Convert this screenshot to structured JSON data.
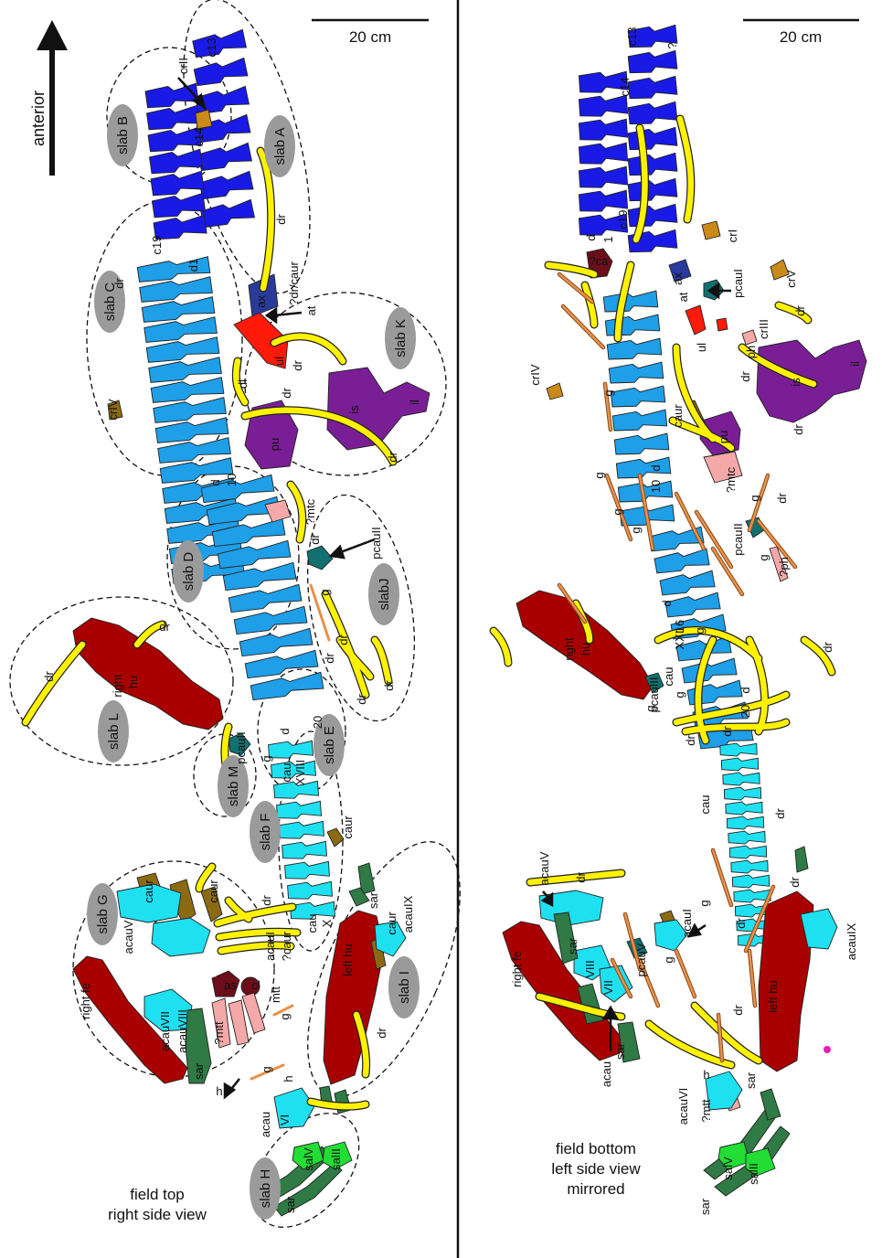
{
  "orientation_label": "anterior",
  "scale_bars": [
    {
      "label": "20 cm"
    },
    {
      "label": "20 cm"
    }
  ],
  "captions": {
    "left": [
      "field top",
      "right side view"
    ],
    "right": [
      "field bottom",
      "left side view",
      "mirrored"
    ]
  },
  "slabs": [
    {
      "label": "slab A"
    },
    {
      "label": "slab B"
    },
    {
      "label": "slab C"
    },
    {
      "label": "slab D"
    },
    {
      "label": "slab E"
    },
    {
      "label": "slab F"
    },
    {
      "label": "slab G"
    },
    {
      "label": "slab H"
    },
    {
      "label": "slab I"
    },
    {
      "label": "slabJ"
    },
    {
      "label": "slab K"
    },
    {
      "label": "slab L"
    },
    {
      "label": "slab M"
    }
  ],
  "labels_left": [
    "crII",
    "c14",
    "c13",
    "c19",
    "d1",
    "ax",
    "dr",
    "?dr/caur",
    "at",
    "dr",
    "crIV",
    "ul",
    "dl",
    "dr",
    "dr",
    "is",
    "il",
    "pu",
    "dr",
    "d",
    "10",
    "?mtc",
    "dr",
    "pcauII",
    "g",
    "dr",
    "dr",
    "dr",
    "dr",
    "right",
    "hu",
    "pcauII",
    "cau",
    "XVIII",
    "20",
    "d",
    "g",
    "caur",
    "caur",
    "acauV",
    "caur",
    "acauI",
    "?caur",
    "dr",
    "cau",
    "X",
    "sar",
    "caur",
    "acauIX",
    "right fe",
    "acauVII",
    "acauVIII",
    "as",
    "cl",
    "mtt",
    "?mtt",
    "g",
    "sar",
    "h",
    "left hu",
    "dr",
    "g",
    "h",
    "acau",
    "VI",
    "salV",
    "salII",
    "sar",
    "dr",
    "dr"
  ],
  "labels_right": [
    "c13",
    "c14",
    "c19",
    "?",
    "d",
    "1",
    "?ca",
    "crI",
    "at",
    "ax",
    "pcauI",
    "crV",
    "dr",
    "ul",
    "crIII",
    "ph",
    "is",
    "il",
    "dr",
    "dr",
    "crIV",
    "g",
    "caur",
    "pu",
    "d",
    "10",
    "?mtc",
    "g",
    "g",
    "g",
    "g",
    "dr",
    "pcauII",
    "g",
    "?ph",
    "d",
    "16",
    "cau",
    "XXI",
    "g",
    "pcauIII",
    "g",
    "d",
    "20",
    "dr",
    "dr",
    "dr",
    "right",
    "hu",
    "g",
    "cau",
    "dr",
    "acauV",
    "dr",
    "acauI",
    "g",
    "dr",
    "sar",
    "VIII",
    "VII",
    "pcauV",
    "acau",
    "right fe",
    "sar",
    "acauIX",
    "left hu",
    "h",
    "?mtt",
    "acauVI",
    "sar",
    "salV",
    "salII",
    "sar",
    "g",
    "dr",
    "dr"
  ],
  "colors": {
    "cervical": "#1a1ae6",
    "dorsal": "#1e9fe8",
    "caudal": "#1ee0f0",
    "rib": "#fff200",
    "gastralia": "#e8914a",
    "humerus": "#a80000",
    "pelvis": "#7a1e96",
    "ulna": "#ff1a0a",
    "tarsal": "#6b0e1a",
    "pink": "#f4a9a8",
    "sacral": "#2f7a45",
    "sacral_light": "#22dd33",
    "atlas_axis": "#2a3a9a",
    "teal": "#137070",
    "chevron": "#8b6a14",
    "cervical_rib": "#c98a1a"
  }
}
